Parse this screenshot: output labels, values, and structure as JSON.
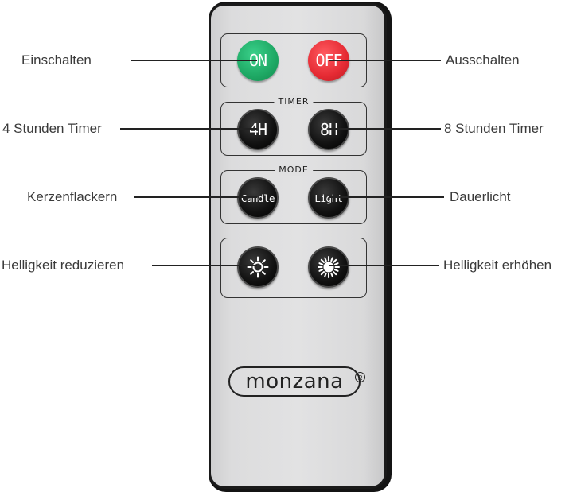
{
  "sections": {
    "timer_title": "TIMER",
    "mode_title": "MODE"
  },
  "buttons": {
    "on": "ON",
    "off": "OFF",
    "timer_4h": "4H",
    "timer_8h": "8H",
    "candle": "Candle",
    "light": "Light",
    "dim_icon": "sun-outline-icon",
    "bright_icon": "sun-filled-icon"
  },
  "labels": {
    "on": "Einschalten",
    "off": "Ausschalten",
    "timer_4h": "4 Stunden Timer",
    "timer_8h": "8 Stunden Timer",
    "candle": "Kerzenflackern",
    "light": "Dauerlicht",
    "dim": "Helligkeit reduzieren",
    "bright": "Helligkeit erhöhen"
  },
  "brand": {
    "logo": "monzana",
    "registered": "R"
  },
  "colors": {
    "on": "#1ea864",
    "off": "#e52a33",
    "button_dark": "#111111",
    "remote_body": "#e0e0e1",
    "remote_frame": "#1a1a1a"
  }
}
